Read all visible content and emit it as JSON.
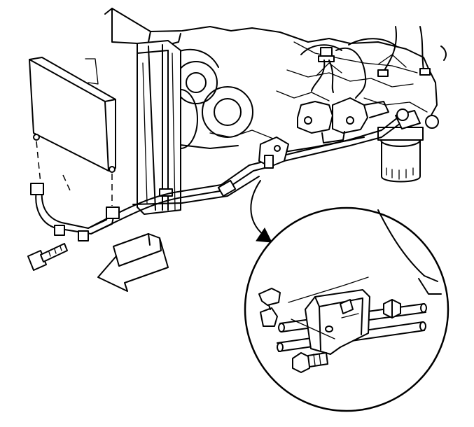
{
  "figure": {
    "background": "#ffffff",
    "line_color": "#000000",
    "parts": [
      "engine-block",
      "radiator",
      "oil-cooler",
      "oil-cooler-lines",
      "oil-filter",
      "line-bracket",
      "bracket-bolt",
      "fitting-bolt",
      "removal-arrow",
      "detail-magnifier",
      "leader-arrow"
    ]
  }
}
